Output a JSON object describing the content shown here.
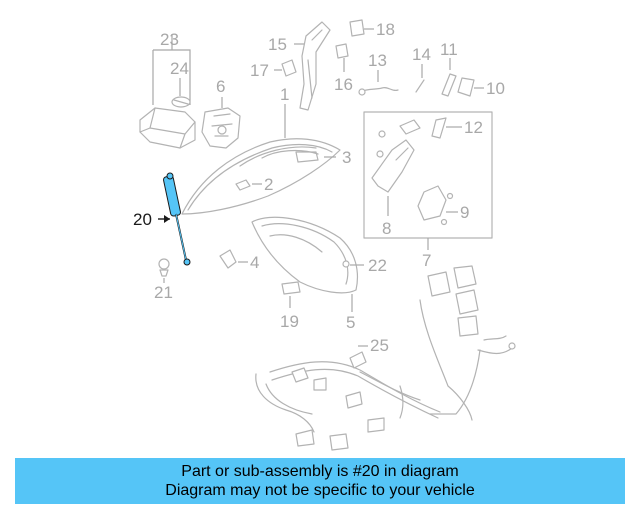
{
  "diagram": {
    "callouts": [
      {
        "id": "label-1",
        "text": "1"
      },
      {
        "id": "label-2",
        "text": "2"
      },
      {
        "id": "label-3",
        "text": "3"
      },
      {
        "id": "label-4",
        "text": "4"
      },
      {
        "id": "label-5",
        "text": "5"
      },
      {
        "id": "label-6",
        "text": "6"
      },
      {
        "id": "label-7",
        "text": "7"
      },
      {
        "id": "label-8",
        "text": "8"
      },
      {
        "id": "label-9",
        "text": "9"
      },
      {
        "id": "label-10",
        "text": "10"
      },
      {
        "id": "label-11",
        "text": "11"
      },
      {
        "id": "label-12",
        "text": "12"
      },
      {
        "id": "label-13",
        "text": "13"
      },
      {
        "id": "label-14",
        "text": "14"
      },
      {
        "id": "label-15",
        "text": "15"
      },
      {
        "id": "label-16",
        "text": "16"
      },
      {
        "id": "label-17",
        "text": "17"
      },
      {
        "id": "label-18",
        "text": "18"
      },
      {
        "id": "label-19",
        "text": "19"
      },
      {
        "id": "label-20",
        "text": "20"
      },
      {
        "id": "label-21",
        "text": "21"
      },
      {
        "id": "label-22",
        "text": "22"
      },
      {
        "id": "label-23",
        "text": "23"
      },
      {
        "id": "label-24",
        "text": "24"
      },
      {
        "id": "label-25",
        "text": "25"
      }
    ],
    "highlight_color": "#55c5f7",
    "line_color": "#b3b3b3"
  },
  "footer": {
    "line1": "Part or sub-assembly is #20 in diagram",
    "line2": "Diagram may not be specific to your vehicle",
    "background": "#55c5f7"
  }
}
